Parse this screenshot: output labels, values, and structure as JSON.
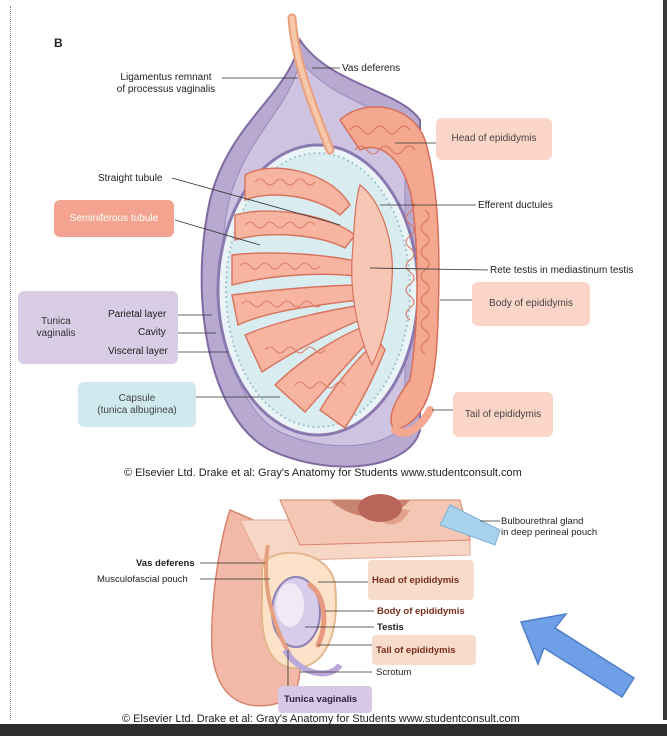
{
  "figure_b": {
    "letter": "B",
    "labels": {
      "ligament": "Ligamentus remnant\nof processus vaginalis",
      "vas_deferens": "Vas deferens",
      "head_epididymis": "Head of epididymis",
      "straight_tubule": "Straight tubule",
      "seminiferous_tubule": "Seminiferous tubule",
      "efferent_ductules": "Efferent ductules",
      "rete_testis": "Rete testis in mediastinum testis",
      "tunica_vaginalis": "Tunica\nvaginalis",
      "parietal_layer": "Parietal layer",
      "cavity": "Cavity",
      "visceral_layer": "Visceral layer",
      "body_epididymis": "Body of epididymis",
      "capsule": "Capsule\n(tunica albuginea)",
      "tail_epididymis": "Tail of epididymis"
    },
    "credit": "© Elsevier Ltd. Drake et al: Gray's Anatomy for Students www.studentconsult.com"
  },
  "figure_c": {
    "labels": {
      "bulbourethral": "Bulbourethral gland\nin deep perineal pouch",
      "vas_deferens": "Vas deferens",
      "musculofascial": "Musculofascial pouch",
      "head_epididymis": "Head of epididymis",
      "body_epididymis": "Body of epididymis",
      "testis": "Testis",
      "tail_epididymis": "Tail of epididymis",
      "scrotum": "Scrotum",
      "tunica_vaginalis": "Tunica vaginalis"
    },
    "credit": "© Elsevier Ltd. Drake et al: Gray's Anatomy for Students www.studentconsult.com"
  },
  "colors": {
    "label_box_pink": "#fbd6c8",
    "label_box_salmon": "#f3a38f",
    "label_box_lavender": "#d8cde4",
    "label_box_teal": "#cfe9ee",
    "arrow_blue": "#6f9fe6"
  },
  "icons": {
    "pointer_arrow": "blue-arrow-icon"
  }
}
